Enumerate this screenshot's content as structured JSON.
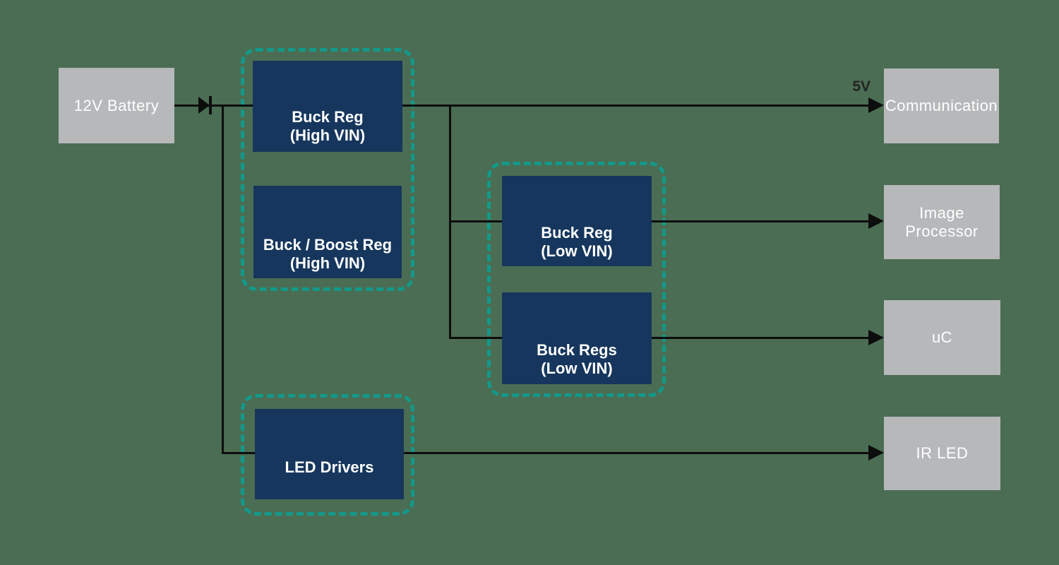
{
  "colors": {
    "bg": "#4b6d53",
    "navy": "#16365d",
    "teal": "#12998a",
    "gray": "#b6b8ba",
    "wire": "#0c0d0d",
    "label_dark": "#242424",
    "text_light": "#ffffff"
  },
  "blocks": {
    "battery": {
      "label": "12V Battery"
    },
    "buck_reg_high": {
      "label_line1": "Buck Reg",
      "label_line2": "(High VIN)"
    },
    "buck_boost_high": {
      "label_line1": "Buck / Boost Reg",
      "label_line2": "(High VIN)"
    },
    "buck_reg_low": {
      "label_line1": "Buck Reg",
      "label_line2": "(Low VIN)"
    },
    "buck_regs_low": {
      "label_line1": "Buck Regs",
      "label_line2": "(Low VIN)"
    },
    "led_drivers": {
      "label": "LED Drivers"
    },
    "communication": {
      "label": "Communication"
    },
    "image_processor": {
      "label_line1": "Image",
      "label_line2": "Processor"
    },
    "uc": {
      "label": "uC"
    },
    "ir_led": {
      "label": "IR LED"
    }
  },
  "annotations": {
    "rail_5v": "5V"
  },
  "edges": [
    {
      "from": "12V Battery",
      "to": "Buck Reg (High VIN)",
      "via": "diode"
    },
    {
      "from": "12V Battery",
      "to": "LED Drivers",
      "via": "diode"
    },
    {
      "from": "Buck Reg (High VIN)",
      "to": "Communication",
      "label": "5V"
    },
    {
      "from": "Buck Reg (High VIN)",
      "to": "Buck Reg (Low VIN)"
    },
    {
      "from": "Buck Reg (High VIN)",
      "to": "Buck Regs (Low VIN)"
    },
    {
      "from": "Buck Reg (Low VIN)",
      "to": "Image Processor"
    },
    {
      "from": "Buck Regs (Low VIN)",
      "to": "uC"
    },
    {
      "from": "LED Drivers",
      "to": "IR LED"
    }
  ]
}
